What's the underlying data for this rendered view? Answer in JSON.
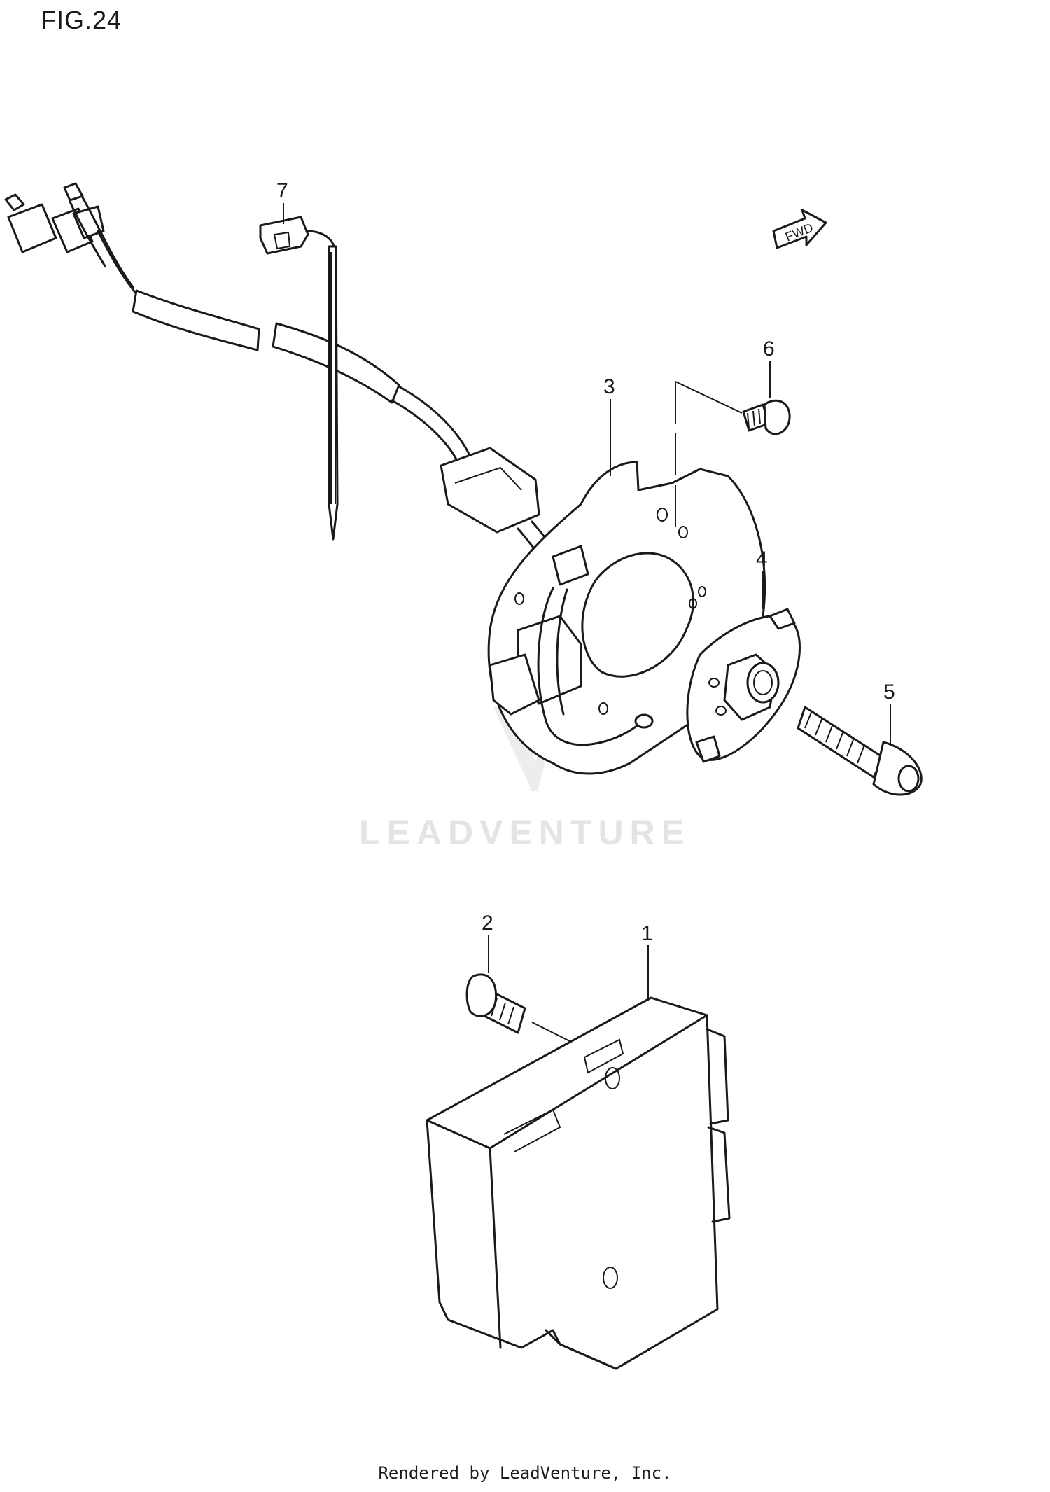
{
  "figure": {
    "title": "FIG.24"
  },
  "fwd_marker": "FWD",
  "parts": [
    {
      "no": "1",
      "name": "control-unit"
    },
    {
      "no": "2",
      "name": "screw"
    },
    {
      "no": "3",
      "name": "pulser-coil-assembly"
    },
    {
      "no": "4",
      "name": "rotor"
    },
    {
      "no": "5",
      "name": "bolt"
    },
    {
      "no": "6",
      "name": "screw"
    },
    {
      "no": "7",
      "name": "cable-tie"
    }
  ],
  "watermark": "LEADVENTURE",
  "footer": "Rendered by LeadVenture, Inc."
}
